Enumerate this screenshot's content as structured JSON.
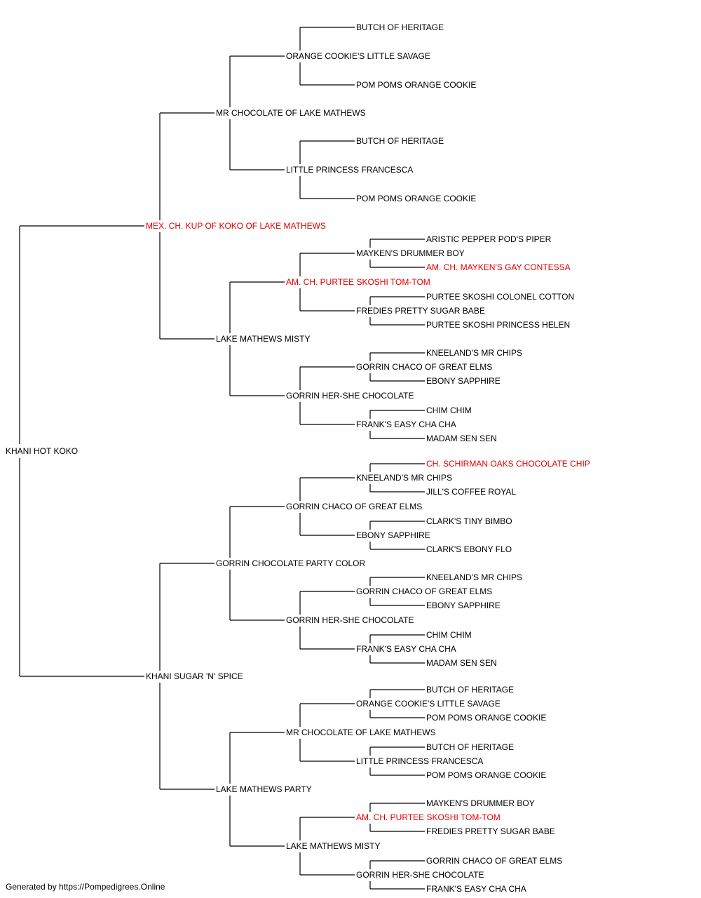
{
  "colors": {
    "normal": "#000000",
    "champion": "#e00000"
  },
  "footer": "Generated by https://Pompedigrees.Online",
  "pedigree": {
    "name": "KHANI HOT KOKO",
    "sire": {
      "name": "MEX. CH. KUP OF KOKO OF LAKE MATHEWS",
      "champion": true,
      "sire": {
        "name": "MR CHOCOLATE OF LAKE MATHEWS",
        "sire": {
          "name": "ORANGE COOKIE'S LITTLE SAVAGE",
          "sire": {
            "name": "BUTCH OF HERITAGE"
          },
          "dam": {
            "name": "POM POMS ORANGE COOKIE"
          }
        },
        "dam": {
          "name": "LITTLE PRINCESS FRANCESCA",
          "sire": {
            "name": "BUTCH OF HERITAGE"
          },
          "dam": {
            "name": "POM POMS ORANGE COOKIE"
          }
        }
      },
      "dam": {
        "name": "LAKE MATHEWS MISTY",
        "sire": {
          "name": "AM. CH. PURTEE SKOSHI TOM-TOM",
          "champion": true,
          "sire": {
            "name": "MAYKEN'S DRUMMER BOY",
            "sire": {
              "name": "ARISTIC PEPPER POD'S PIPER"
            },
            "dam": {
              "name": "AM. CH. MAYKEN'S GAY CONTESSA",
              "champion": true
            }
          },
          "dam": {
            "name": "FREDIES PRETTY SUGAR BABE",
            "sire": {
              "name": "PURTEE SKOSHI COLONEL COTTON"
            },
            "dam": {
              "name": "PURTEE SKOSHI PRINCESS HELEN"
            }
          }
        },
        "dam": {
          "name": "GORRIN HER-SHE CHOCOLATE",
          "sire": {
            "name": "GORRIN CHACO OF GREAT ELMS",
            "sire": {
              "name": "KNEELAND'S MR CHIPS"
            },
            "dam": {
              "name": "EBONY SAPPHIRE"
            }
          },
          "dam": {
            "name": "FRANK'S EASY CHA CHA",
            "sire": {
              "name": "CHIM CHIM"
            },
            "dam": {
              "name": "MADAM SEN SEN"
            }
          }
        }
      }
    },
    "dam": {
      "name": "KHANI SUGAR 'N' SPICE",
      "sire": {
        "name": "GORRIN CHOCOLATE PARTY COLOR",
        "sire": {
          "name": "GORRIN CHACO OF GREAT ELMS",
          "sire": {
            "name": "KNEELAND'S MR CHIPS",
            "sire": {
              "name": "CH. SCHIRMAN OAKS CHOCOLATE CHIP",
              "champion": true
            },
            "dam": {
              "name": "JILL'S COFFEE ROYAL"
            }
          },
          "dam": {
            "name": "EBONY SAPPHIRE",
            "sire": {
              "name": "CLARK'S TINY BIMBO"
            },
            "dam": {
              "name": "CLARK'S EBONY FLO"
            }
          }
        },
        "dam": {
          "name": "GORRIN HER-SHE CHOCOLATE",
          "sire": {
            "name": "GORRIN CHACO OF GREAT ELMS",
            "sire": {
              "name": "KNEELAND'S MR CHIPS"
            },
            "dam": {
              "name": "EBONY SAPPHIRE"
            }
          },
          "dam": {
            "name": "FRANK'S EASY CHA CHA",
            "sire": {
              "name": "CHIM CHIM"
            },
            "dam": {
              "name": "MADAM SEN SEN"
            }
          }
        }
      },
      "dam": {
        "name": "LAKE MATHEWS PARTY",
        "sire": {
          "name": "MR CHOCOLATE OF LAKE MATHEWS",
          "sire": {
            "name": "ORANGE COOKIE'S LITTLE SAVAGE",
            "sire": {
              "name": "BUTCH OF HERITAGE"
            },
            "dam": {
              "name": "POM POMS ORANGE COOKIE"
            }
          },
          "dam": {
            "name": "LITTLE PRINCESS FRANCESCA",
            "sire": {
              "name": "BUTCH OF HERITAGE"
            },
            "dam": {
              "name": "POM POMS ORANGE COOKIE"
            }
          }
        },
        "dam": {
          "name": "LAKE MATHEWS MISTY",
          "sire": {
            "name": "AM. CH. PURTEE SKOSHI TOM-TOM",
            "champion": true,
            "sire": {
              "name": "MAYKEN'S DRUMMER BOY"
            },
            "dam": {
              "name": "FREDIES PRETTY SUGAR BABE"
            }
          },
          "dam": {
            "name": "GORRIN HER-SHE CHOCOLATE",
            "sire": {
              "name": "GORRIN CHACO OF GREAT ELMS"
            },
            "dam": {
              "name": "FRANK'S EASY CHA CHA"
            }
          }
        }
      }
    }
  }
}
